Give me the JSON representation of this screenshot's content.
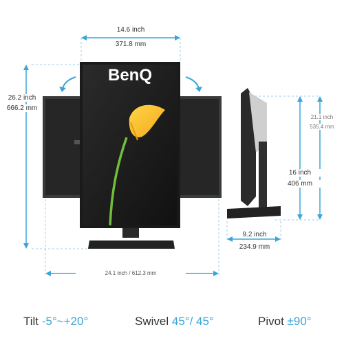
{
  "brand": "BenQ",
  "accent_color": "#3aa5d8",
  "dimensions": {
    "width_inch": "14.6 inch",
    "width_mm": "371.8 mm",
    "height_inch": "26.2 inch",
    "height_mm": "666.2 mm",
    "max_height_inch": "21.1 inch",
    "max_height_mm": "535.4 mm",
    "adjust_inch": "16 inch",
    "adjust_mm": "406 mm",
    "depth_inch": "9.2 inch",
    "depth_mm": "234.9 mm",
    "rotated_width": "24.1 inch / 612.3 mm"
  },
  "specs": [
    {
      "label": "Tilt",
      "value": "-5°~+20°"
    },
    {
      "label": "Swivel",
      "value": "45°/ 45°"
    },
    {
      "label": "Pivot",
      "value": "±90°"
    }
  ]
}
